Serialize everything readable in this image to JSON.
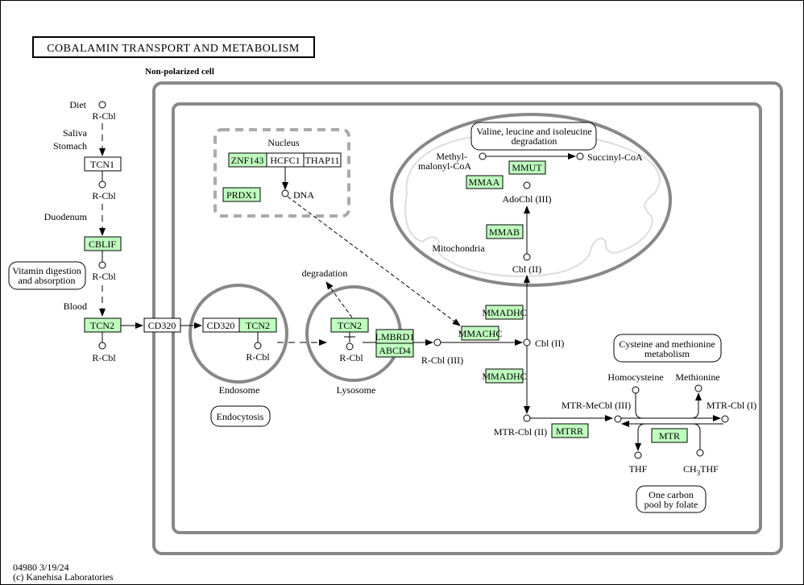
{
  "title": "COBALAMIN TRANSPORT AND METABOLISM",
  "cell_label": "Non-polarized cell",
  "footer": {
    "id_date": "04980 3/19/24",
    "copyright": "(c) Kanehisa Laboratories"
  },
  "colors": {
    "gene_fill": "#bfffbf",
    "plain_fill": "#ffffff",
    "membrane": "#888888",
    "nucleus": "#aaaaaa",
    "mito_inner": "#dddddd"
  },
  "compartments": {
    "nucleus": "Nucleus",
    "mitochondria": "Mitochondria",
    "endosome": "Endosome",
    "lysosome": "Lysosome"
  },
  "left_path": {
    "diet": "Diet",
    "saliva": "Saliva",
    "stomach": "Stomach",
    "duodenum": "Duodenum",
    "blood": "Blood",
    "rcbl": "R-Cbl"
  },
  "genes": {
    "tcn1": "TCN1",
    "cblif": "CBLIF",
    "tcn2": "TCN2",
    "cd320": "CD320",
    "znf143": "ZNF143",
    "hcfc1": "HCFC1",
    "thap11": "THAP11",
    "prdx1": "PRDX1",
    "lmbrd1": "LMBRD1",
    "abcd4": "ABCD4",
    "mmachc": "MMACHC",
    "mmadhc": "MMADHC",
    "mmut": "MMUT",
    "mmaa": "MMAA",
    "mmab": "MMAB",
    "mtrr": "MTRR",
    "mtr": "MTR"
  },
  "compounds": {
    "dna": "DNA",
    "rcbl": "R-Cbl",
    "rcbl3": "R-Cbl (III)",
    "cbl2": "Cbl (II)",
    "adocbl3": "AdoCbl (III)",
    "methylmalonyl_1": "Methyl-",
    "methylmalonyl_2": "malonyl-CoA",
    "succinyl": "Succinyl-CoA",
    "mtrcbl2": "MTR-Cbl (II)",
    "mtrmecbl3": "MTR-MeCbl (III)",
    "mtrcbl1": "MTR-Cbl (I)",
    "homocysteine": "Homocysteine",
    "methionine": "Methionine",
    "thf": "THF",
    "ch3thf_pre": "CH",
    "ch3thf_sub": "3",
    "ch3thf_post": "THF",
    "degradation": "degradation"
  },
  "maps": {
    "vitamin_1": "Vitamin digestion",
    "vitamin_2": "and absorption",
    "valine_1": "Valine, leucine and isoleucine",
    "valine_2": "degradation",
    "cysteine_1": "Cysteine and methionine",
    "cysteine_2": "metabolism",
    "endocytosis": "Endocytosis",
    "onecarbon_1": "One carbon",
    "onecarbon_2": "pool by folate"
  }
}
